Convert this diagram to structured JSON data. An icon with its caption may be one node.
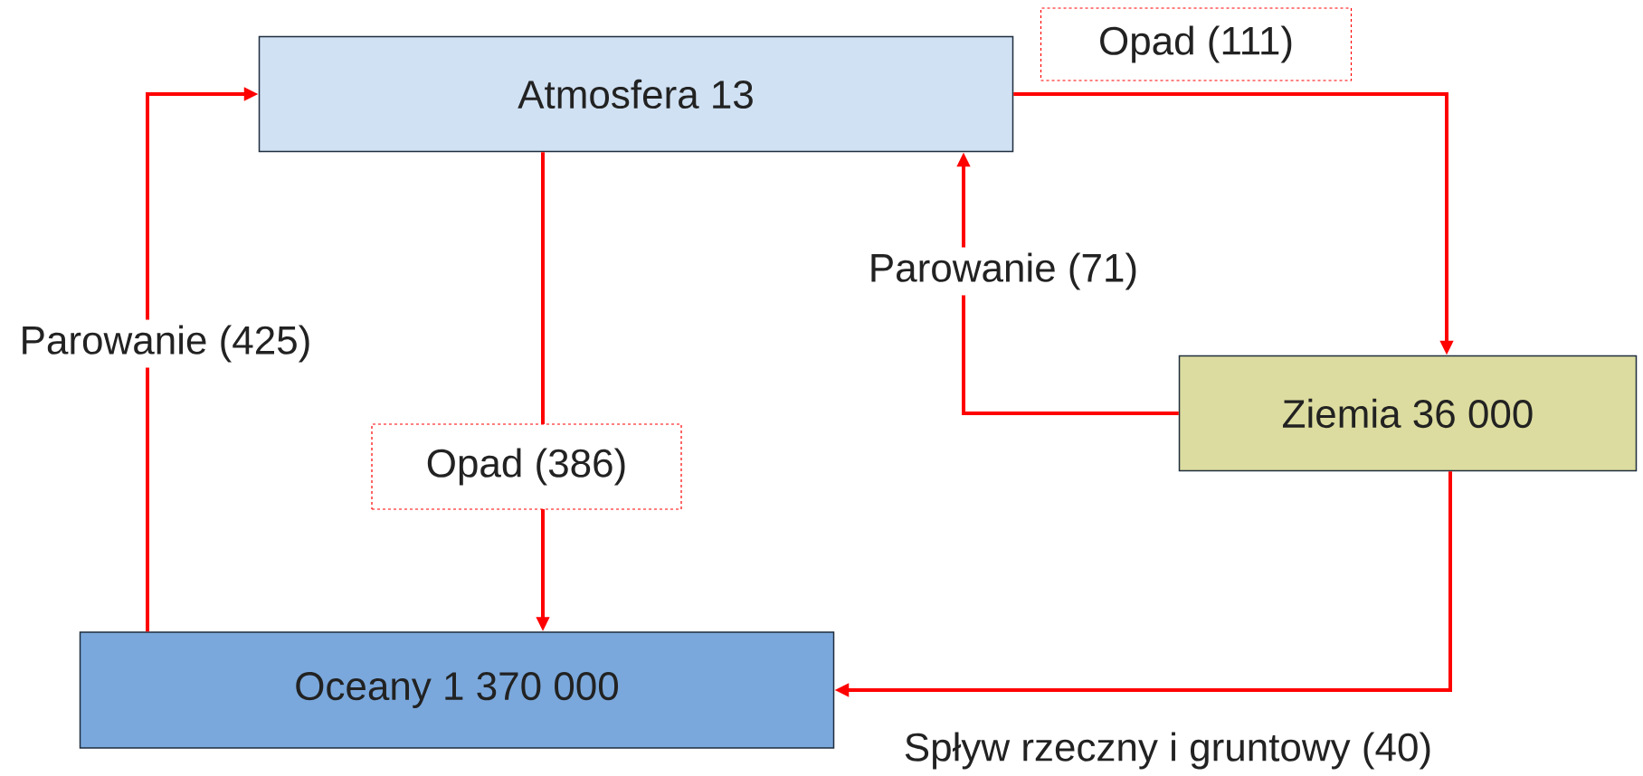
{
  "diagram": {
    "nodes": [
      {
        "text": [
          "Atmosfera 13"
        ]
      },
      {
        "text": [
          "Ziemia 36 000"
        ]
      },
      {
        "text": [
          "Oceany 1 370 000"
        ]
      }
    ],
    "edges": [
      {
        "from": 2,
        "to": 0,
        "arrow": "to",
        "label": "Parowanie (425)"
      },
      {
        "from": 0,
        "to": 2,
        "arrow": "to",
        "label": "Opad (386)"
      },
      {
        "from": 0,
        "to": 1,
        "arrow": "to",
        "label": "Opad (111)"
      },
      {
        "from": 1,
        "to": 0,
        "arrow": "to",
        "label": "Parowanie (71)"
      },
      {
        "from": 1,
        "to": 2,
        "arrow": "to",
        "label": "Spływ rzeczny i gruntowy (40)"
      }
    ]
  }
}
